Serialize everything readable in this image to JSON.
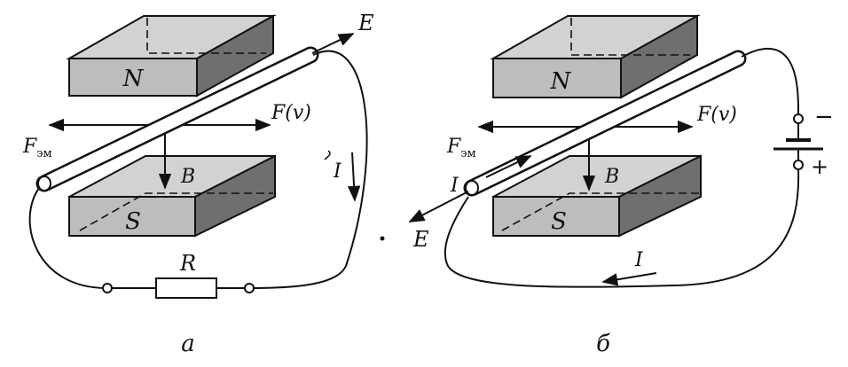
{
  "diagram_a": {
    "magnet_top_label": "N",
    "magnet_bottom_label": "S",
    "field_label": "B",
    "force_em_label": "F",
    "force_em_subscript": "эм",
    "force_v_label": "F(v)",
    "emf_label": "E",
    "current_label": "I",
    "resistor_label": "R",
    "caption": "а"
  },
  "diagram_b": {
    "magnet_top_label": "N",
    "magnet_bottom_label": "S",
    "field_label": "B",
    "force_em_label": "F",
    "force_em_subscript": "эм",
    "force_v_label": "F(v)",
    "emf_label": "E",
    "current_label_conductor": "I",
    "current_label_loop": "I",
    "battery_minus": "−",
    "battery_plus": "+",
    "caption": "б"
  },
  "colors": {
    "ink": "#111111",
    "magnet_top": "#d2d2d2",
    "magnet_front": "#bdbdbd",
    "magnet_side": "#6f6f6f",
    "background": "#ffffff"
  }
}
